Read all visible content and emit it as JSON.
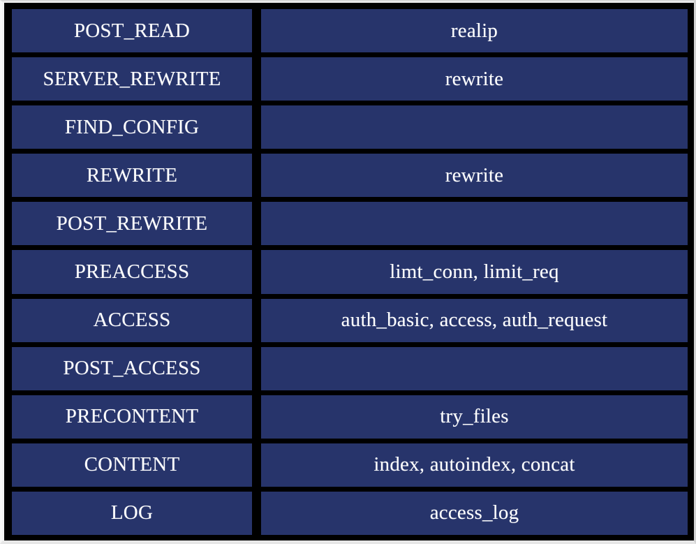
{
  "diagram": {
    "kind": "two-column-table",
    "colors": {
      "cell_background": "#27346B",
      "gutter": "#000000",
      "text": "#FFFFFF",
      "page_background": "#F2F2F2"
    },
    "columns": [
      {
        "key": "phase",
        "header": ""
      },
      {
        "key": "modules",
        "header": ""
      }
    ],
    "rows": [
      {
        "phase": "POST_READ",
        "modules": "realip"
      },
      {
        "phase": "SERVER_REWRITE",
        "modules": "rewrite"
      },
      {
        "phase": "FIND_CONFIG",
        "modules": ""
      },
      {
        "phase": "REWRITE",
        "modules": "rewrite"
      },
      {
        "phase": "POST_REWRITE",
        "modules": ""
      },
      {
        "phase": "PREACCESS",
        "modules": "limt_conn, limit_req"
      },
      {
        "phase": "ACCESS",
        "modules": "auth_basic, access, auth_request"
      },
      {
        "phase": "POST_ACCESS",
        "modules": ""
      },
      {
        "phase": "PRECONTENT",
        "modules": "try_files"
      },
      {
        "phase": "CONTENT",
        "modules": "index, autoindex, concat"
      },
      {
        "phase": "LOG",
        "modules": "access_log"
      }
    ]
  }
}
